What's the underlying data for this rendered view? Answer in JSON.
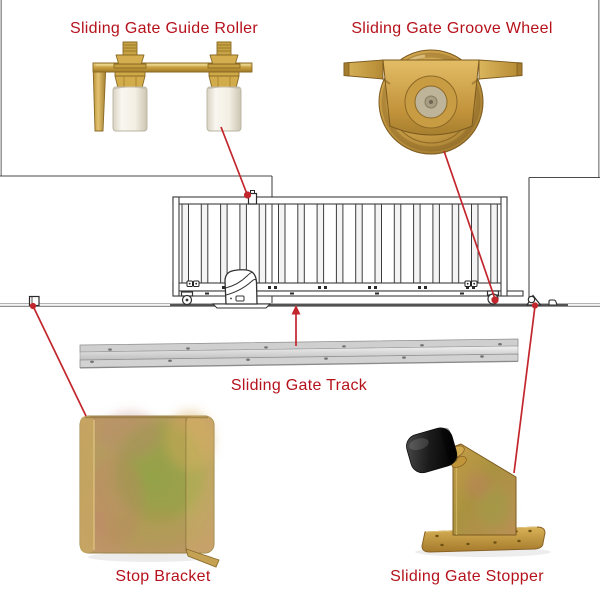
{
  "diagram": {
    "type": "product-callout-diagram",
    "subject": "Sliding gate hardware mounting positions",
    "labels": {
      "guide_roller": "Sliding Gate Guide Roller",
      "groove_wheel": "Sliding Gate Groove Wheel",
      "track": "Sliding Gate Track",
      "stop_bracket": "Stop Bracket",
      "stopper": "Sliding Gate Stopper"
    },
    "parts": [
      {
        "name": "Sliding Gate Guide Roller",
        "marker": "top of gate frame"
      },
      {
        "name": "Sliding Gate Groove Wheel",
        "marker": "bottom wheel of gate"
      },
      {
        "name": "Sliding Gate Track",
        "marker": "ground rail under gate"
      },
      {
        "name": "Stop Bracket",
        "marker": "left end of track"
      },
      {
        "name": "Sliding Gate Stopper",
        "marker": "right end of track"
      }
    ],
    "colors": {
      "label_text": "#b5121b",
      "callout_line": "#c2262c",
      "line_art": "#3c3c3c",
      "brass": "#c9a13e",
      "roller_white": "#f4f1e8",
      "rubber_black": "#1b1b1b",
      "track_gray": "#d6d6d6",
      "background": "#ffffff"
    }
  }
}
